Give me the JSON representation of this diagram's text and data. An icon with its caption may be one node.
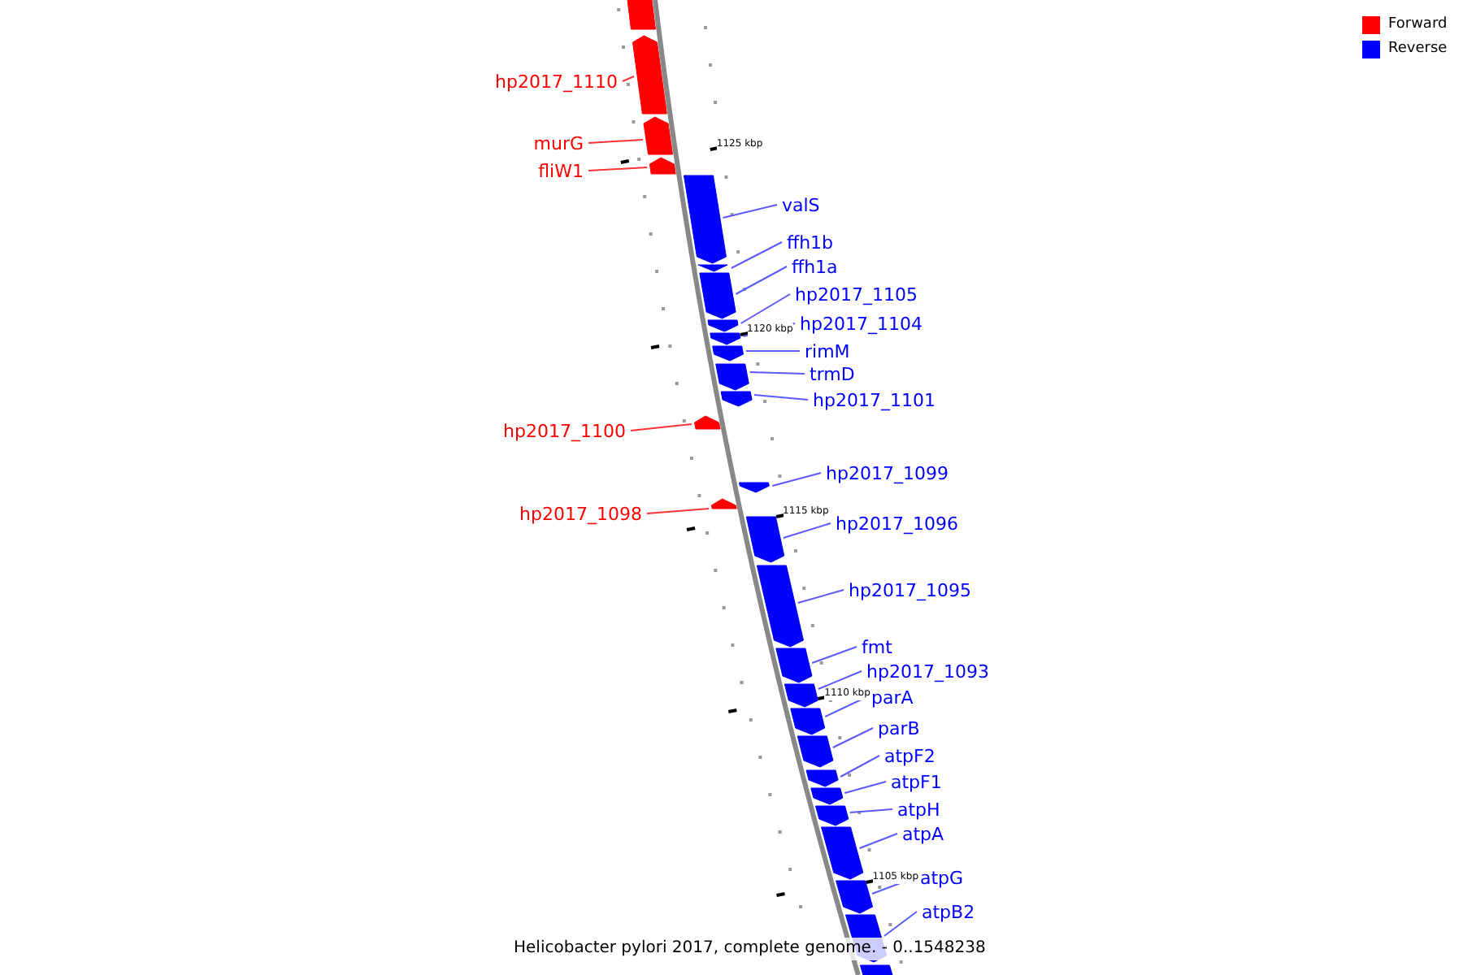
{
  "diagram": {
    "caption": "Helicobacter pylori 2017, complete genome. - 0..1548238",
    "nodes": [
      {
        "text": [],
        "shape": "bar"
      },
      {
        "text": [],
        "shape": "bar"
      },
      {
        "text": [],
        "shape": "bar"
      },
      {
        "text": [],
        "shape": "bar"
      },
      {
        "text": [],
        "shape": "bar"
      },
      {
        "text": [],
        "shape": "bar"
      },
      {
        "text": [],
        "shape": "bar"
      },
      {
        "text": [],
        "shape": "bar"
      },
      {
        "text": [],
        "shape": "bar"
      },
      {
        "text": [],
        "shape": "bar"
      },
      {
        "text": [],
        "shape": "bar"
      },
      {
        "text": [],
        "shape": "bar"
      },
      {
        "text": [],
        "shape": "bar"
      },
      {
        "text": [],
        "shape": "bar"
      },
      {
        "text": [],
        "shape": "bar"
      },
      {
        "text": [],
        "shape": "bar"
      },
      {
        "text": [],
        "shape": "bar"
      },
      {
        "text": [],
        "shape": "bar"
      },
      {
        "text": [],
        "shape": "bar"
      },
      {
        "text": [],
        "shape": "bar"
      },
      {
        "text": [],
        "shape": "bar"
      },
      {
        "text": [],
        "shape": "bar"
      },
      {
        "text": [],
        "shape": "bar"
      },
      {
        "text": [],
        "shape": "bar"
      },
      {
        "text": [],
        "shape": "bar"
      },
      {
        "text": [],
        "shape": "bar"
      },
      {
        "text": [],
        "shape": "bar"
      },
      {
        "text": [],
        "shape": "bar"
      },
      {
        "text": [
          "hp2017_1110"
        ]
      },
      {
        "text": [
          "murG"
        ]
      },
      {
        "text": [
          "fliW1"
        ]
      },
      {
        "text": [
          "valS"
        ]
      },
      {
        "text": [
          "ffh1b"
        ]
      },
      {
        "text": [
          "ffh1a"
        ]
      },
      {
        "text": [
          "hp2017_1105"
        ]
      },
      {
        "text": [
          "hp2017_1104"
        ]
      },
      {
        "text": [
          "rimM"
        ]
      },
      {
        "text": [
          "trmD"
        ]
      },
      {
        "text": [
          "hp2017_1101"
        ]
      },
      {
        "text": [
          "hp2017_1100"
        ]
      },
      {
        "text": [
          "hp2017_1099"
        ]
      },
      {
        "text": [
          "hp2017_1098"
        ]
      },
      {
        "text": [
          "hp2017_1096"
        ]
      },
      {
        "text": [
          "hp2017_1095"
        ]
      },
      {
        "text": [
          "fmt"
        ]
      },
      {
        "text": [
          "hp2017_1093"
        ]
      },
      {
        "text": [
          "parA"
        ]
      },
      {
        "text": [
          "parB"
        ]
      },
      {
        "text": [
          "atpF2"
        ]
      },
      {
        "text": [
          "atpF1"
        ]
      },
      {
        "text": [
          "atpH"
        ]
      },
      {
        "text": [
          "atpA"
        ]
      },
      {
        "text": [
          "atpG"
        ]
      },
      {
        "text": [
          "atpB2"
        ]
      }
    ],
    "edges": [
      {
        "from": 28,
        "to": 1,
        "arrow": "none",
        "color": "#ff3333"
      },
      {
        "from": 29,
        "to": 2,
        "arrow": "none",
        "color": "#ff3333"
      },
      {
        "from": 30,
        "to": 3,
        "arrow": "none",
        "color": "#ff3333"
      },
      {
        "from": 31,
        "to": 4,
        "arrow": "none"
      },
      {
        "from": 32,
        "to": 5,
        "arrow": "none"
      },
      {
        "from": 33,
        "to": 6,
        "arrow": "none"
      },
      {
        "from": 34,
        "to": 7,
        "arrow": "none"
      },
      {
        "from": 35,
        "to": 8,
        "arrow": "none"
      },
      {
        "from": 36,
        "to": 9,
        "arrow": "none"
      },
      {
        "from": 37,
        "to": 10,
        "arrow": "none"
      },
      {
        "from": 38,
        "to": 11,
        "arrow": "none"
      },
      {
        "from": 39,
        "to": 12,
        "arrow": "none",
        "color": "#ff3333"
      },
      {
        "from": 40,
        "to": 13,
        "arrow": "none"
      },
      {
        "from": 41,
        "to": 14,
        "arrow": "none",
        "color": "#ff3333"
      },
      {
        "from": 42,
        "to": 15,
        "arrow": "none"
      },
      {
        "from": 43,
        "to": 16,
        "arrow": "none"
      },
      {
        "from": 44,
        "to": 17,
        "arrow": "none"
      },
      {
        "from": 45,
        "to": 18,
        "arrow": "none"
      },
      {
        "from": 46,
        "to": 19,
        "arrow": "none"
      },
      {
        "from": 47,
        "to": 20,
        "arrow": "none"
      },
      {
        "from": 48,
        "to": 21,
        "arrow": "none"
      },
      {
        "from": 49,
        "to": 22,
        "arrow": "none"
      },
      {
        "from": 50,
        "to": 23,
        "arrow": "none"
      },
      {
        "from": 51,
        "to": 24,
        "arrow": "none"
      },
      {
        "from": 52,
        "to": 25,
        "arrow": "none"
      },
      {
        "from": 53,
        "to": 26,
        "arrow": "none"
      }
    ],
    "labels": [
      "1125 kbp",
      "1120 kbp",
      "1115 kbp",
      "1110 kbp",
      "1105 kbp"
    ],
    "legend": [
      {
        "text": "Forward",
        "color": "#ff0000"
      },
      {
        "text": "Reverse",
        "color": "#0000ff"
      }
    ]
  }
}
